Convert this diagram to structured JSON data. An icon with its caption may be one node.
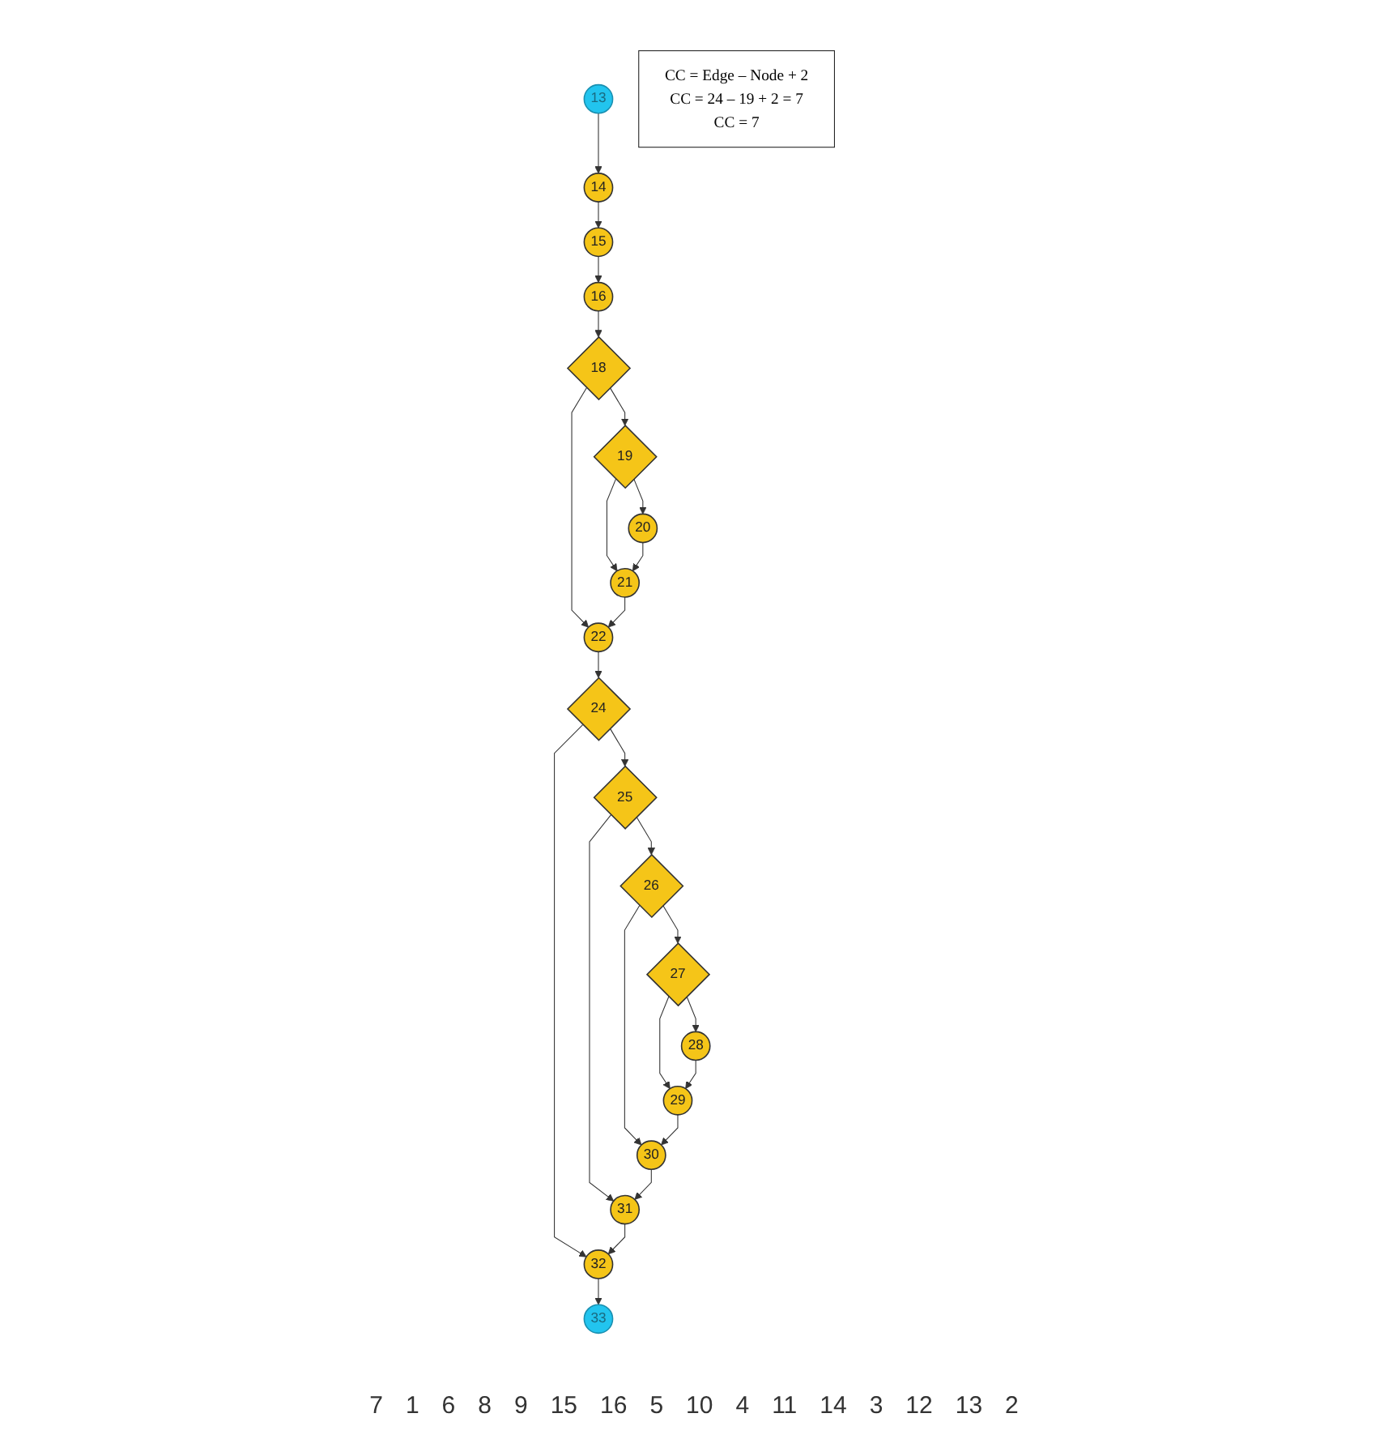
{
  "diagram": {
    "nodes": [
      {
        "text": [
          "13"
        ]
      },
      {
        "text": [
          "14"
        ]
      },
      {
        "text": [
          "15"
        ]
      },
      {
        "text": [
          "16"
        ]
      },
      {
        "text": [
          "18"
        ]
      },
      {
        "text": [
          "19"
        ]
      },
      {
        "text": [
          "20"
        ]
      },
      {
        "text": [
          "21"
        ]
      },
      {
        "text": [
          "22"
        ]
      },
      {
        "text": [
          "24"
        ]
      },
      {
        "text": [
          "25"
        ]
      },
      {
        "text": [
          "26"
        ]
      },
      {
        "text": [
          "27"
        ]
      },
      {
        "text": [
          "28"
        ]
      },
      {
        "text": [
          "29"
        ]
      },
      {
        "text": [
          "30"
        ]
      },
      {
        "text": [
          "31"
        ]
      },
      {
        "text": [
          "32"
        ]
      },
      {
        "text": [
          "33"
        ]
      },
      {
        "text": [
          "CC = Edge – Node + 2",
          "CC = 24 – 19 + 2 = 7",
          "CC = 7"
        ]
      }
    ],
    "edges": [
      {
        "from": 0,
        "to": 1,
        "arrow": "to"
      },
      {
        "from": 1,
        "to": 2,
        "arrow": "to"
      },
      {
        "from": 2,
        "to": 3,
        "arrow": "to"
      },
      {
        "from": 3,
        "to": 4,
        "arrow": "to"
      },
      {
        "from": 4,
        "to": 5,
        "arrow": "to"
      },
      {
        "from": 4,
        "to": 8,
        "arrow": "to"
      },
      {
        "from": 5,
        "to": 6,
        "arrow": "to"
      },
      {
        "from": 5,
        "to": 7,
        "arrow": "to"
      },
      {
        "from": 6,
        "to": 7,
        "arrow": "to"
      },
      {
        "from": 7,
        "to": 8,
        "arrow": "to"
      },
      {
        "from": 8,
        "to": 9,
        "arrow": "to"
      },
      {
        "from": 9,
        "to": 10,
        "arrow": "to"
      },
      {
        "from": 9,
        "to": 17,
        "arrow": "to"
      },
      {
        "from": 10,
        "to": 11,
        "arrow": "to"
      },
      {
        "from": 10,
        "to": 16,
        "arrow": "to"
      },
      {
        "from": 11,
        "to": 12,
        "arrow": "to"
      },
      {
        "from": 11,
        "to": 15,
        "arrow": "to"
      },
      {
        "from": 12,
        "to": 13,
        "arrow": "to"
      },
      {
        "from": 12,
        "to": 14,
        "arrow": "to"
      },
      {
        "from": 13,
        "to": 14,
        "arrow": "to"
      },
      {
        "from": 14,
        "to": 15,
        "arrow": "to"
      },
      {
        "from": 15,
        "to": 16,
        "arrow": "to"
      },
      {
        "from": 16,
        "to": 17,
        "arrow": "to"
      },
      {
        "from": 17,
        "to": 18,
        "arrow": "to"
      }
    ],
    "labels": [
      "7",
      "1",
      "6",
      "8",
      "9",
      "15",
      "16",
      "5",
      "10",
      "4",
      "11",
      "14",
      "3",
      "12",
      "13",
      "2"
    ]
  }
}
